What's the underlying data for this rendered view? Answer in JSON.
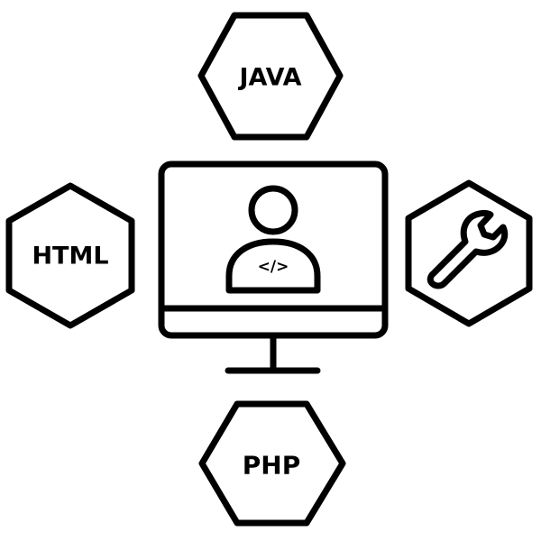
{
  "diagram": {
    "center": {
      "icon": "monitor-with-developer-icon",
      "code_symbol": "</>"
    },
    "nodes": [
      {
        "position": "top",
        "label": "JAVA"
      },
      {
        "position": "left",
        "label": "HTML"
      },
      {
        "position": "right",
        "label": "",
        "icon": "wrench-icon"
      },
      {
        "position": "bottom",
        "label": "PHP"
      }
    ],
    "colors": {
      "stroke": "#000000",
      "background": "#ffffff"
    }
  }
}
